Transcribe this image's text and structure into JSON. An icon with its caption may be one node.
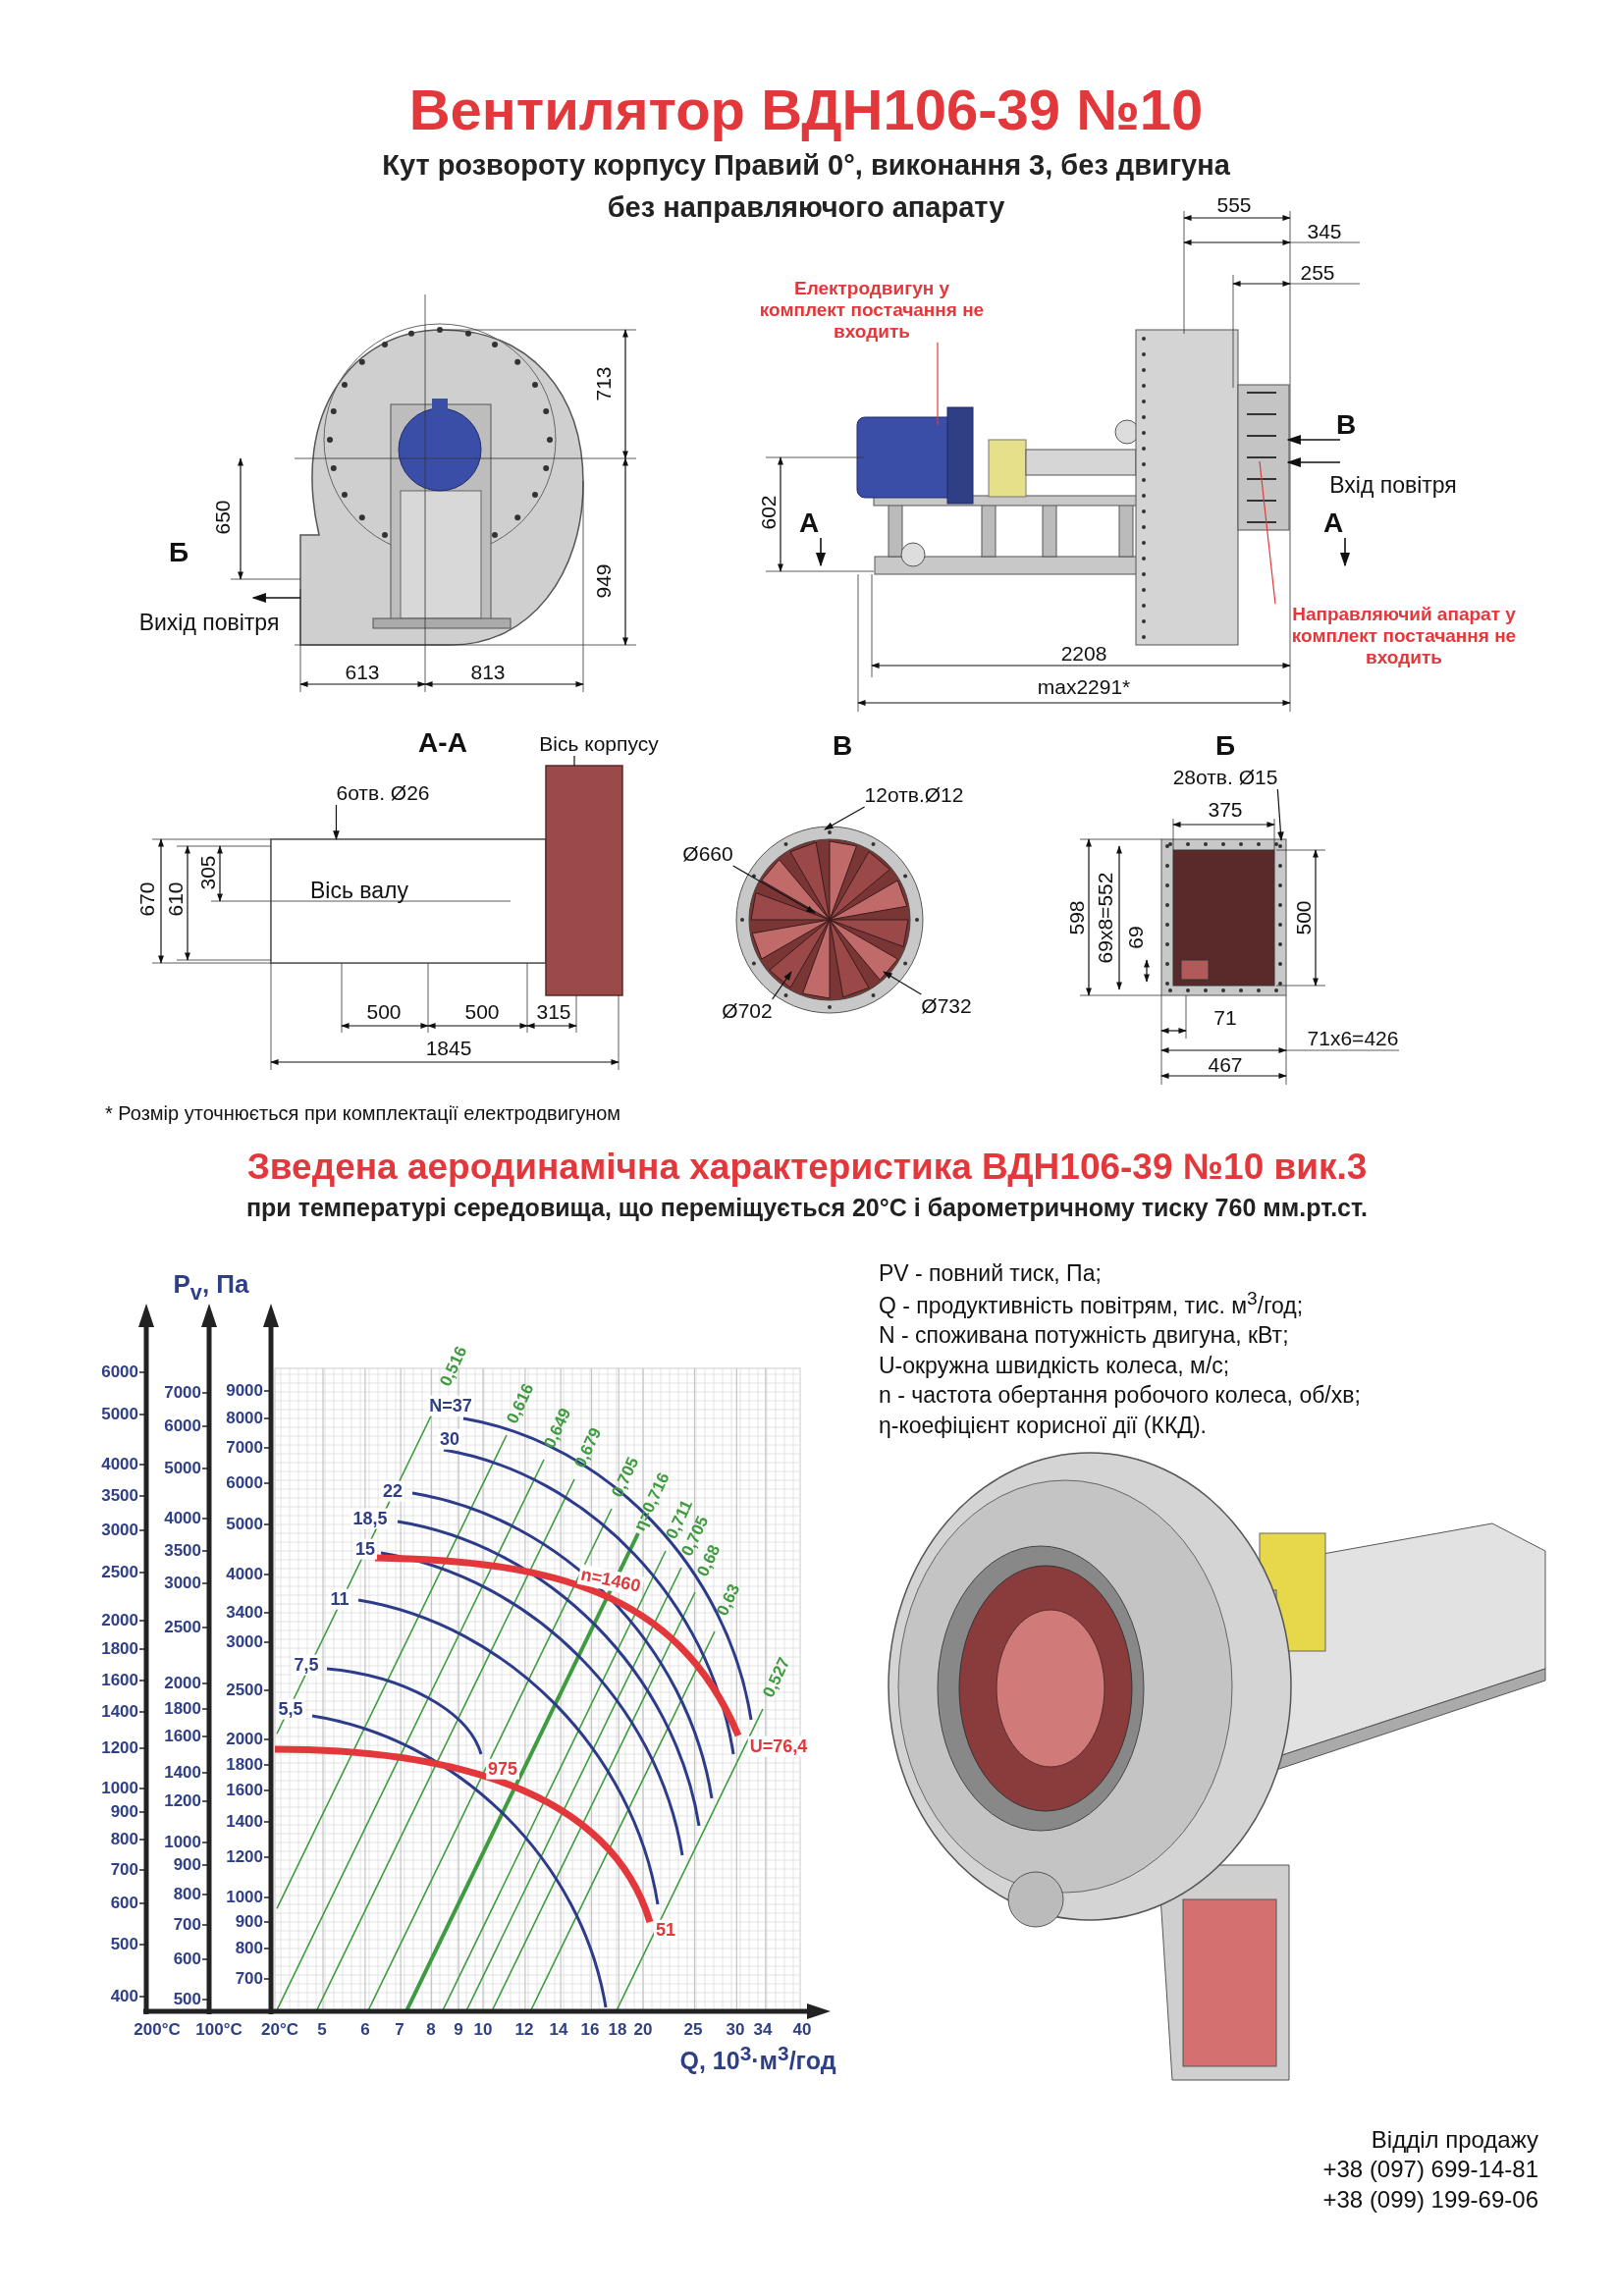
{
  "diagram": {
    "title": "Вентилятор ВДН106-39 №10",
    "nodes": [
      {
        "text": [
          "Електродвигун у комплект постачання не входить"
        ]
      },
      {
        "text": [
          "Направляючий апарат у комплект постачання не входить"
        ]
      },
      {
        "text": [
          "Вісь корпусу"
        ]
      },
      {
        "text": [
          "6отв. Ø26"
        ]
      },
      {
        "text": [
          "12отв.Ø12"
        ]
      },
      {
        "text": [
          "Ø660"
        ]
      },
      {
        "text": [
          "Ø702"
        ]
      },
      {
        "text": [
          "Ø732"
        ]
      },
      {
        "text": [
          "28отв. Ø15"
        ]
      },
      {
        "text": [],
        "shape": "box"
      },
      {
        "text": [],
        "shape": "box"
      }
    ],
    "edges": [
      {
        "from": 0,
        "to": null,
        "arrow": "none",
        "color": "#e3383b"
      },
      {
        "from": 1,
        "to": null,
        "arrow": "none",
        "color": "#e3383b"
      },
      {
        "from": 2,
        "to": 10,
        "arrow": "none"
      },
      {
        "from": 3,
        "to": 9,
        "arrow": "to"
      },
      {
        "from": 4,
        "to": null,
        "arrow": "to"
      },
      {
        "from": 5,
        "to": null,
        "arrow": "to"
      },
      {
        "from": 6,
        "to": null,
        "arrow": "to"
      },
      {
        "from": 7,
        "to": null,
        "arrow": "to"
      },
      {
        "from": 8,
        "to": null,
        "arrow": "to"
      }
    ],
    "labels": [
      "Кут розвороту корпусу Правий 0°, виконання 3, без двигуна",
      "без направляючого апарату",
      "555",
      "345",
      "255",
      "713",
      "B",
      "Вхід повітря",
      "650",
      "602",
      "A",
      "A",
      "Б",
      "949",
      "Вихід повітря",
      "2208",
      "max2291*",
      "613",
      "813",
      "А-А",
      "B",
      "Б",
      "Вісь валу",
      "670",
      "610",
      "305",
      "375",
      "598",
      "69x8=552",
      "69",
      "500",
      "500",
      "500",
      "315",
      "71",
      "71x6=426",
      "1845",
      "467",
      "* Розмір уточнюється при комплектації електродвигуном",
      "Зведена аеродинамічна характеристика ВДН106-39 №10 вик.3",
      "при температурі середовища, що переміщується 20°С і барометричному тиску 760 мм.рт.ст.",
      "PV - повний тиск, Па;",
      "Q - продуктивність повітрям, тис. м$^{3}$/год;",
      "N - споживана потужність двигуна, кВт;",
      "U-окружна швидкість колеса, м/с;",
      "n - частота обертання робочого колеса, об/хв;",
      "η-коефіцієнт корисної дії (ККД).",
      "P$_{v}$, Па",
      "6000",
      "5000",
      "4000",
      "3500",
      "3000",
      "2500",
      "2000",
      "1800",
      "1600",
      "1400",
      "1200",
      "1000",
      "900",
      "800",
      "700",
      "600",
      "500",
      "400",
      "7000",
      "6000",
      "5000",
      "4000",
      "3500",
      "3000",
      "2500",
      "2000",
      "1800",
      "1600",
      "1400",
      "1200",
      "1000",
      "900",
      "800",
      "700",
      "600",
      "500",
      "9000",
      "8000",
      "7000",
      "6000",
      "5000",
      "4000",
      "3400",
      "3000",
      "2500",
      "2000",
      "1800",
      "1600",
      "1400",
      "1200",
      "1000",
      "900",
      "800",
      "700",
      "N=37",
      "30",
      "22",
      "18,5",
      "15",
      "11",
      "7,5",
      "5,5",
      "0,516",
      "0,616",
      "0,649",
      "0,679",
      "0,705",
      "η=0,716",
      "0,711",
      "0,705",
      "0,68",
      "0,63",
      "0,527",
      "n=1460",
      "975",
      "51",
      "U=76,4",
      "200°C",
      "100°C",
      "20°C",
      "5",
      "6",
      "7",
      "8",
      "9",
      "10",
      "12",
      "14",
      "16",
      "18",
      "20",
      "25",
      "30",
      "34",
      "40",
      "Q, 10$^{3}$·м$^{3}$/год",
      "Відділ продажу",
      "+38 (097) 699-14-81",
      "+38 (099) 199-69-06"
    ]
  }
}
